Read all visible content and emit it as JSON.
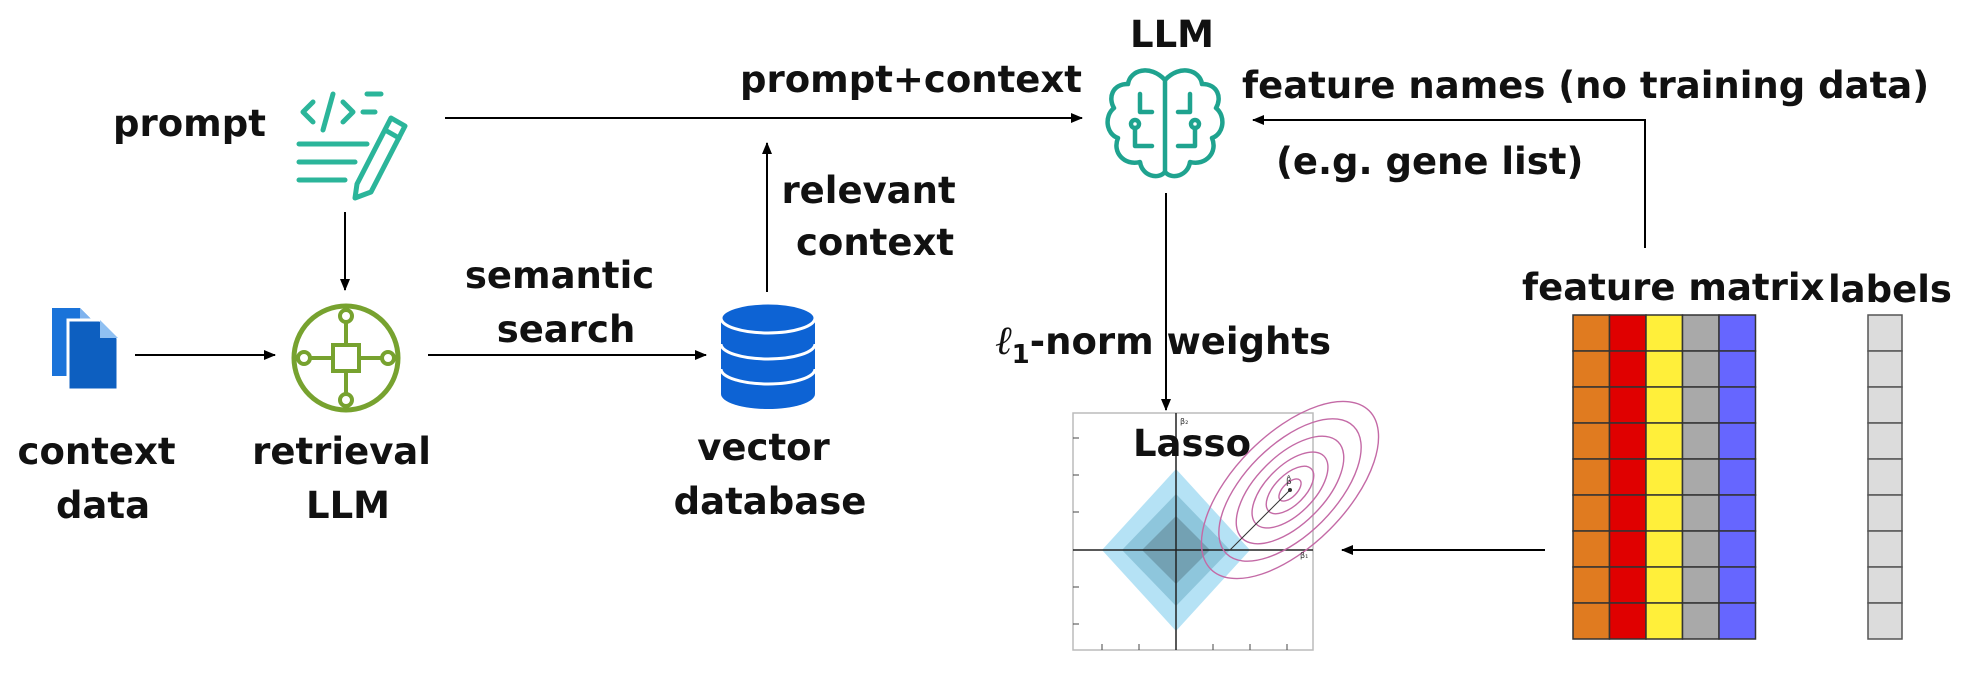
{
  "labels": {
    "prompt": "prompt",
    "context_data_line1": "context",
    "context_data_line2": "data",
    "retrieval_llm_line1": "retrieval",
    "retrieval_llm_line2": "LLM",
    "semantic_search_line1": "semantic",
    "semantic_search_line2": "search",
    "vector_db_line1": "vector",
    "vector_db_line2": "database",
    "relevant_context_line1": "relevant",
    "relevant_context_line2": "context",
    "prompt_context": "prompt+context",
    "llm": "LLM",
    "feature_names": "feature names (no training data)",
    "feature_example": "(e.g. gene list)",
    "l1_symbol": "ℓ",
    "l1_subscript": "1",
    "l1_text": "-norm weights",
    "lasso": "Lasso",
    "feature_matrix": "feature matrix",
    "labels": "labels",
    "plot_axis_y": "β₂",
    "plot_axis_x": "β₁",
    "plot_point": "β̂"
  },
  "icons": {
    "prompt": "code-document-pencil-icon",
    "context_data": "documents-icon",
    "retrieval_llm": "retrieval-network-icon",
    "vector_database": "database-cylinder-icon",
    "llm": "brain-circuit-icon"
  },
  "colors": {
    "teal": "#2bb59a",
    "olive_green": "#77a22f",
    "database_blue": "#0d63d4",
    "document_blue": "#1a73d9",
    "diamond_light": "#a8ddf3",
    "diamond_mid": "#85bfd6",
    "diamond_dark": "#6f9aab",
    "contour": "#c46aa6"
  },
  "feature_matrix": {
    "columns": [
      "#e07b20",
      "#e00000",
      "#ffef3a",
      "#a9a9a9",
      "#6666ff"
    ],
    "rows": 9
  },
  "labels_vector": {
    "rows": 9,
    "color": "#dcdcdc"
  }
}
